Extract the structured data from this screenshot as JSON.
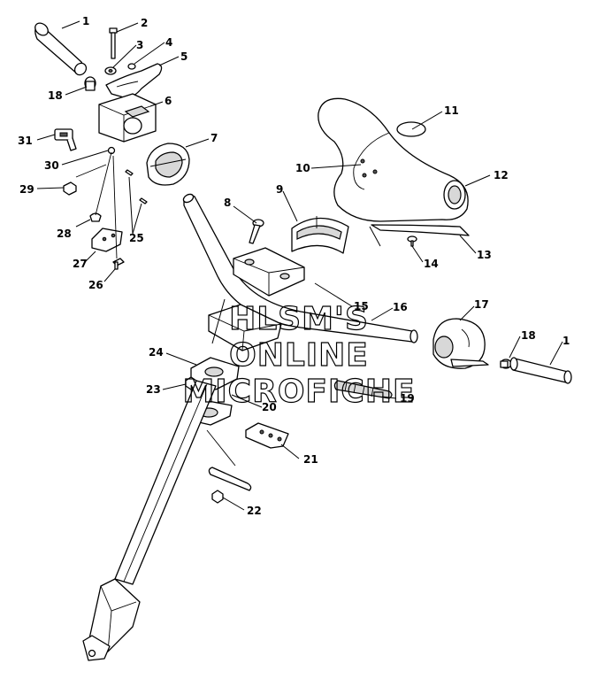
{
  "callouts": [
    "1",
    "2",
    "3",
    "4",
    "5",
    "18",
    "6",
    "31",
    "7",
    "30",
    "29",
    "28",
    "25",
    "27",
    "26",
    "8",
    "9",
    "10",
    "11",
    "12",
    "13",
    "14",
    "15",
    "16",
    "17",
    "18",
    "1",
    "24",
    "23",
    "20",
    "19",
    "21",
    "22"
  ],
  "watermark": [
    "HLSM'S",
    "ONLINE",
    "MICROFICHE"
  ]
}
